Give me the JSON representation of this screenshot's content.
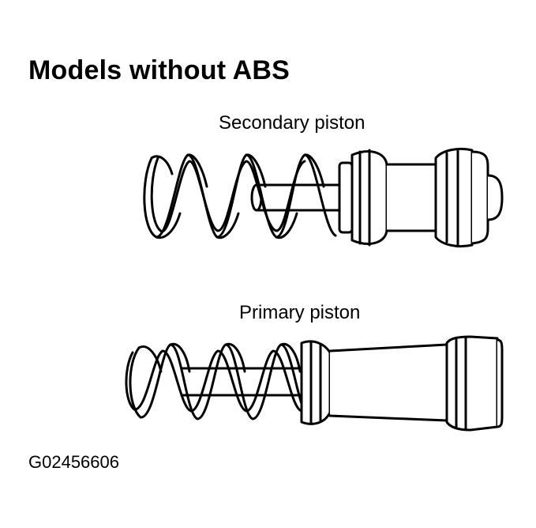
{
  "diagram": {
    "title": "Models without ABS",
    "secondary_label": "Secondary piston",
    "primary_label": "Primary piston",
    "figure_code": "G02456606"
  }
}
